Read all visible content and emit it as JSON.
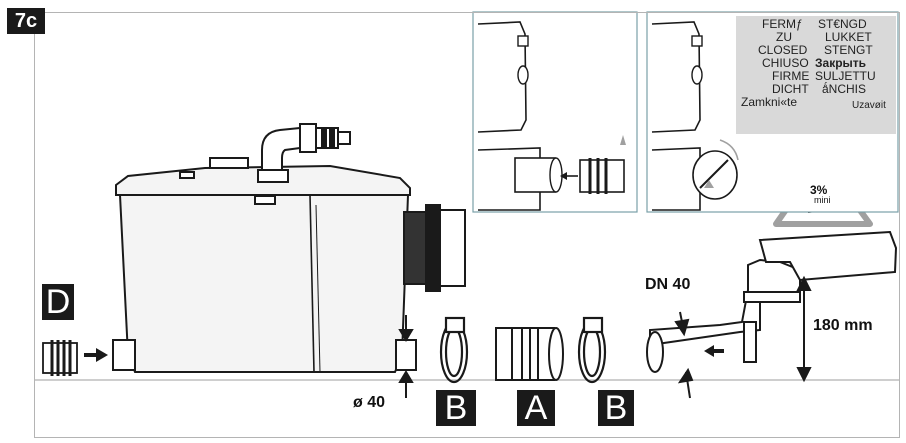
{
  "step_label": "7c",
  "labels": {
    "fitting_d": "D",
    "clamp_b_left": "B",
    "sleeve_a": "A",
    "clamp_b_right": "B"
  },
  "dimensions": {
    "inlet_diameter": "ø 40",
    "pipe_size": "DN 40",
    "pipe_height": "180 mm",
    "slope": "3%",
    "slope_note": "mini"
  },
  "close_words_left": [
    "FERMƒ",
    "ZU",
    "CLOSED",
    "CHIUSO",
    "FIRME",
    "DICHT",
    "Zamkni«te"
  ],
  "close_words_right": [
    "ST€NGD",
    "LUKKET",
    "STENGT",
    "Закрыть",
    "SULJETTU",
    "ǻNCHIS",
    "Uzavøit"
  ],
  "colors": {
    "line": "#1a1a1a",
    "unit_body": "#f2f2f2",
    "grey_marker": "#a0a0a0",
    "panel_bg": "#d9d9d9"
  }
}
